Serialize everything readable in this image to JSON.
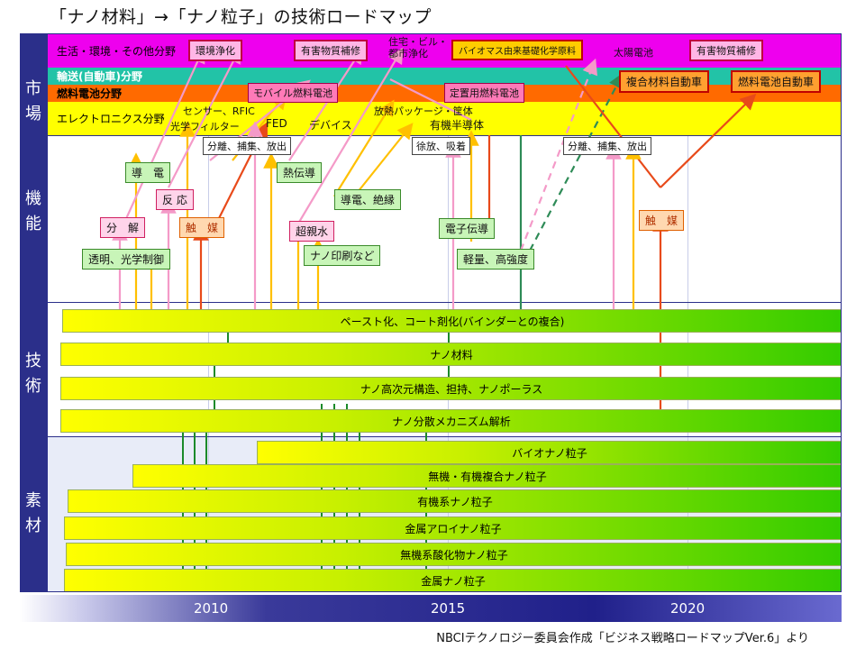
{
  "title": "「ナノ材料」→「ナノ粒子」の技術ロードマップ",
  "sections": [
    "市\n場",
    "機\n能",
    "技\n術",
    "素\n材"
  ],
  "market": {
    "band1": "生活・環境・その他分野",
    "band2": "輸送(自動車)分野",
    "band3": "燃料電池分野",
    "band4": "エレクトロニクス分野",
    "items": [
      {
        "text": "環境浄化",
        "style": "mag"
      },
      {
        "text": "有害物質補修",
        "style": "mag"
      },
      {
        "text": "住宅・ビル・\n都市浄化",
        "style": "plain"
      },
      {
        "text": "バイオマス由来基礎化学原料",
        "style": "gold"
      },
      {
        "text": "太陽電池",
        "style": "plain"
      },
      {
        "text": "有害物質補修",
        "style": "mag"
      },
      {
        "text": "複合材料自動車",
        "style": "org"
      },
      {
        "text": "燃料電池自動車",
        "style": "org"
      },
      {
        "text": "モバイル燃料電池",
        "style": "pink"
      },
      {
        "text": "定置用燃料電池",
        "style": "pink"
      },
      {
        "text": "センサー、RFIC",
        "style": "plain"
      },
      {
        "text": "光学フィルター",
        "style": "plain"
      },
      {
        "text": "FED",
        "style": "plain"
      },
      {
        "text": "デバイス",
        "style": "plain"
      },
      {
        "text": "放熱パッケージ・筐体",
        "style": "plain"
      },
      {
        "text": "有機半導体",
        "style": "plain"
      }
    ]
  },
  "functions": [
    {
      "text": "分離、捕集、放出",
      "style": "w"
    },
    {
      "text": "徐放、吸着",
      "style": "w"
    },
    {
      "text": "分離、捕集、放出",
      "style": "w"
    },
    {
      "text": "導　電",
      "style": "g"
    },
    {
      "text": "熱伝導",
      "style": "g"
    },
    {
      "text": "反 応",
      "style": "p"
    },
    {
      "text": "導電、絶縁",
      "style": "g"
    },
    {
      "text": "分　解",
      "style": "p"
    },
    {
      "text": "触　媒",
      "style": "o"
    },
    {
      "text": "超親水",
      "style": "p"
    },
    {
      "text": "電子伝導",
      "style": "g"
    },
    {
      "text": "触　媒",
      "style": "o"
    },
    {
      "text": "ナノ印刷など",
      "style": "g"
    },
    {
      "text": "透明、光学制御",
      "style": "g"
    },
    {
      "text": "軽量、高強度",
      "style": "g"
    }
  ],
  "technology": [
    "ペースト化、コート剤化(バインダーとの複合)",
    "ナノ材料",
    "ナノ高次元構造、担持、ナノポーラス",
    "ナノ分散メカニズム解析"
  ],
  "materials": [
    "バイオナノ粒子",
    "無機・有機複合ナノ粒子",
    "有機系ナノ粒子",
    "金属アロイナノ粒子",
    "無機系酸化物ナノ粒子",
    "金属ナノ粒子"
  ],
  "timeline": [
    "2010",
    "2015",
    "2020"
  ],
  "credit": "NBCIテクノロジー委員会作成「ビジネス戦略ロードマップVer.6」より",
  "colors": {
    "navy": "#2b2f8a",
    "magenta": "#ee00ee",
    "teal": "#22c3a7",
    "orange": "#ff6a00",
    "yellow": "#ffff00"
  }
}
